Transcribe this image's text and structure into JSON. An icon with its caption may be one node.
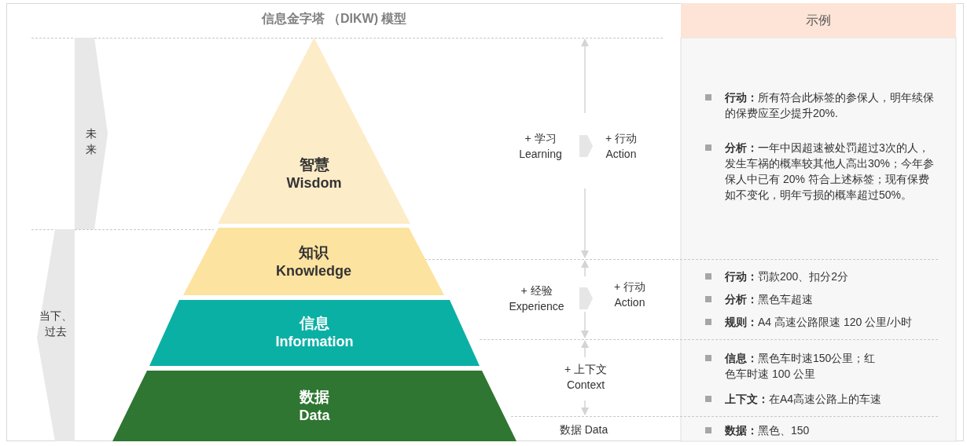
{
  "diagram": {
    "title": "信息金字塔 （DIKW) 模型",
    "nodes": [
      {
        "text": [
          "未来"
        ]
      },
      {
        "text": [
          "当下、过去"
        ]
      },
      {
        "text": [
          "智慧",
          "Wisdom"
        ]
      },
      {
        "text": [
          "知识",
          "Knowledge"
        ]
      },
      {
        "text": [
          "信息",
          "Information"
        ]
      },
      {
        "text": [
          "数据",
          "Data"
        ]
      },
      {
        "text": [
          "+ 学习 Learning"
        ]
      },
      {
        "text": [
          "+ 行动 Action"
        ]
      },
      {
        "text": [
          "+ 经验 Experience"
        ]
      },
      {
        "text": [
          "+ 行动 Action"
        ]
      },
      {
        "text": [
          "示例"
        ]
      }
    ],
    "edges": [
      {
        "from": 6,
        "to": 7,
        "arrow": "to"
      },
      {
        "from": 8,
        "to": 9,
        "arrow": "to"
      }
    ],
    "labels": [
      "+ 上下文 Context",
      "数据 Data",
      "**行动：**所有符合此标签的参保人，明年续保的保费应至少提升20%.",
      "**分析：**一年中因超速被处罚超过3次的人，发生车祸的概率较其他人高出30%；今年参保人中已有 20% 符合上述标签；现有保费如不变化，明年亏损的概率超过50%。",
      "**行动：**罚款200、扣分2分",
      "**分析：**黑色车超速",
      "**规则：**A4 高速公路限速 120 公里/小时",
      "**信息：**黑色车时速150公里；红色车时速 100 公里",
      "**上下文：**在A4高速公路上的车速",
      "**数据：**黑色、150"
    ]
  }
}
